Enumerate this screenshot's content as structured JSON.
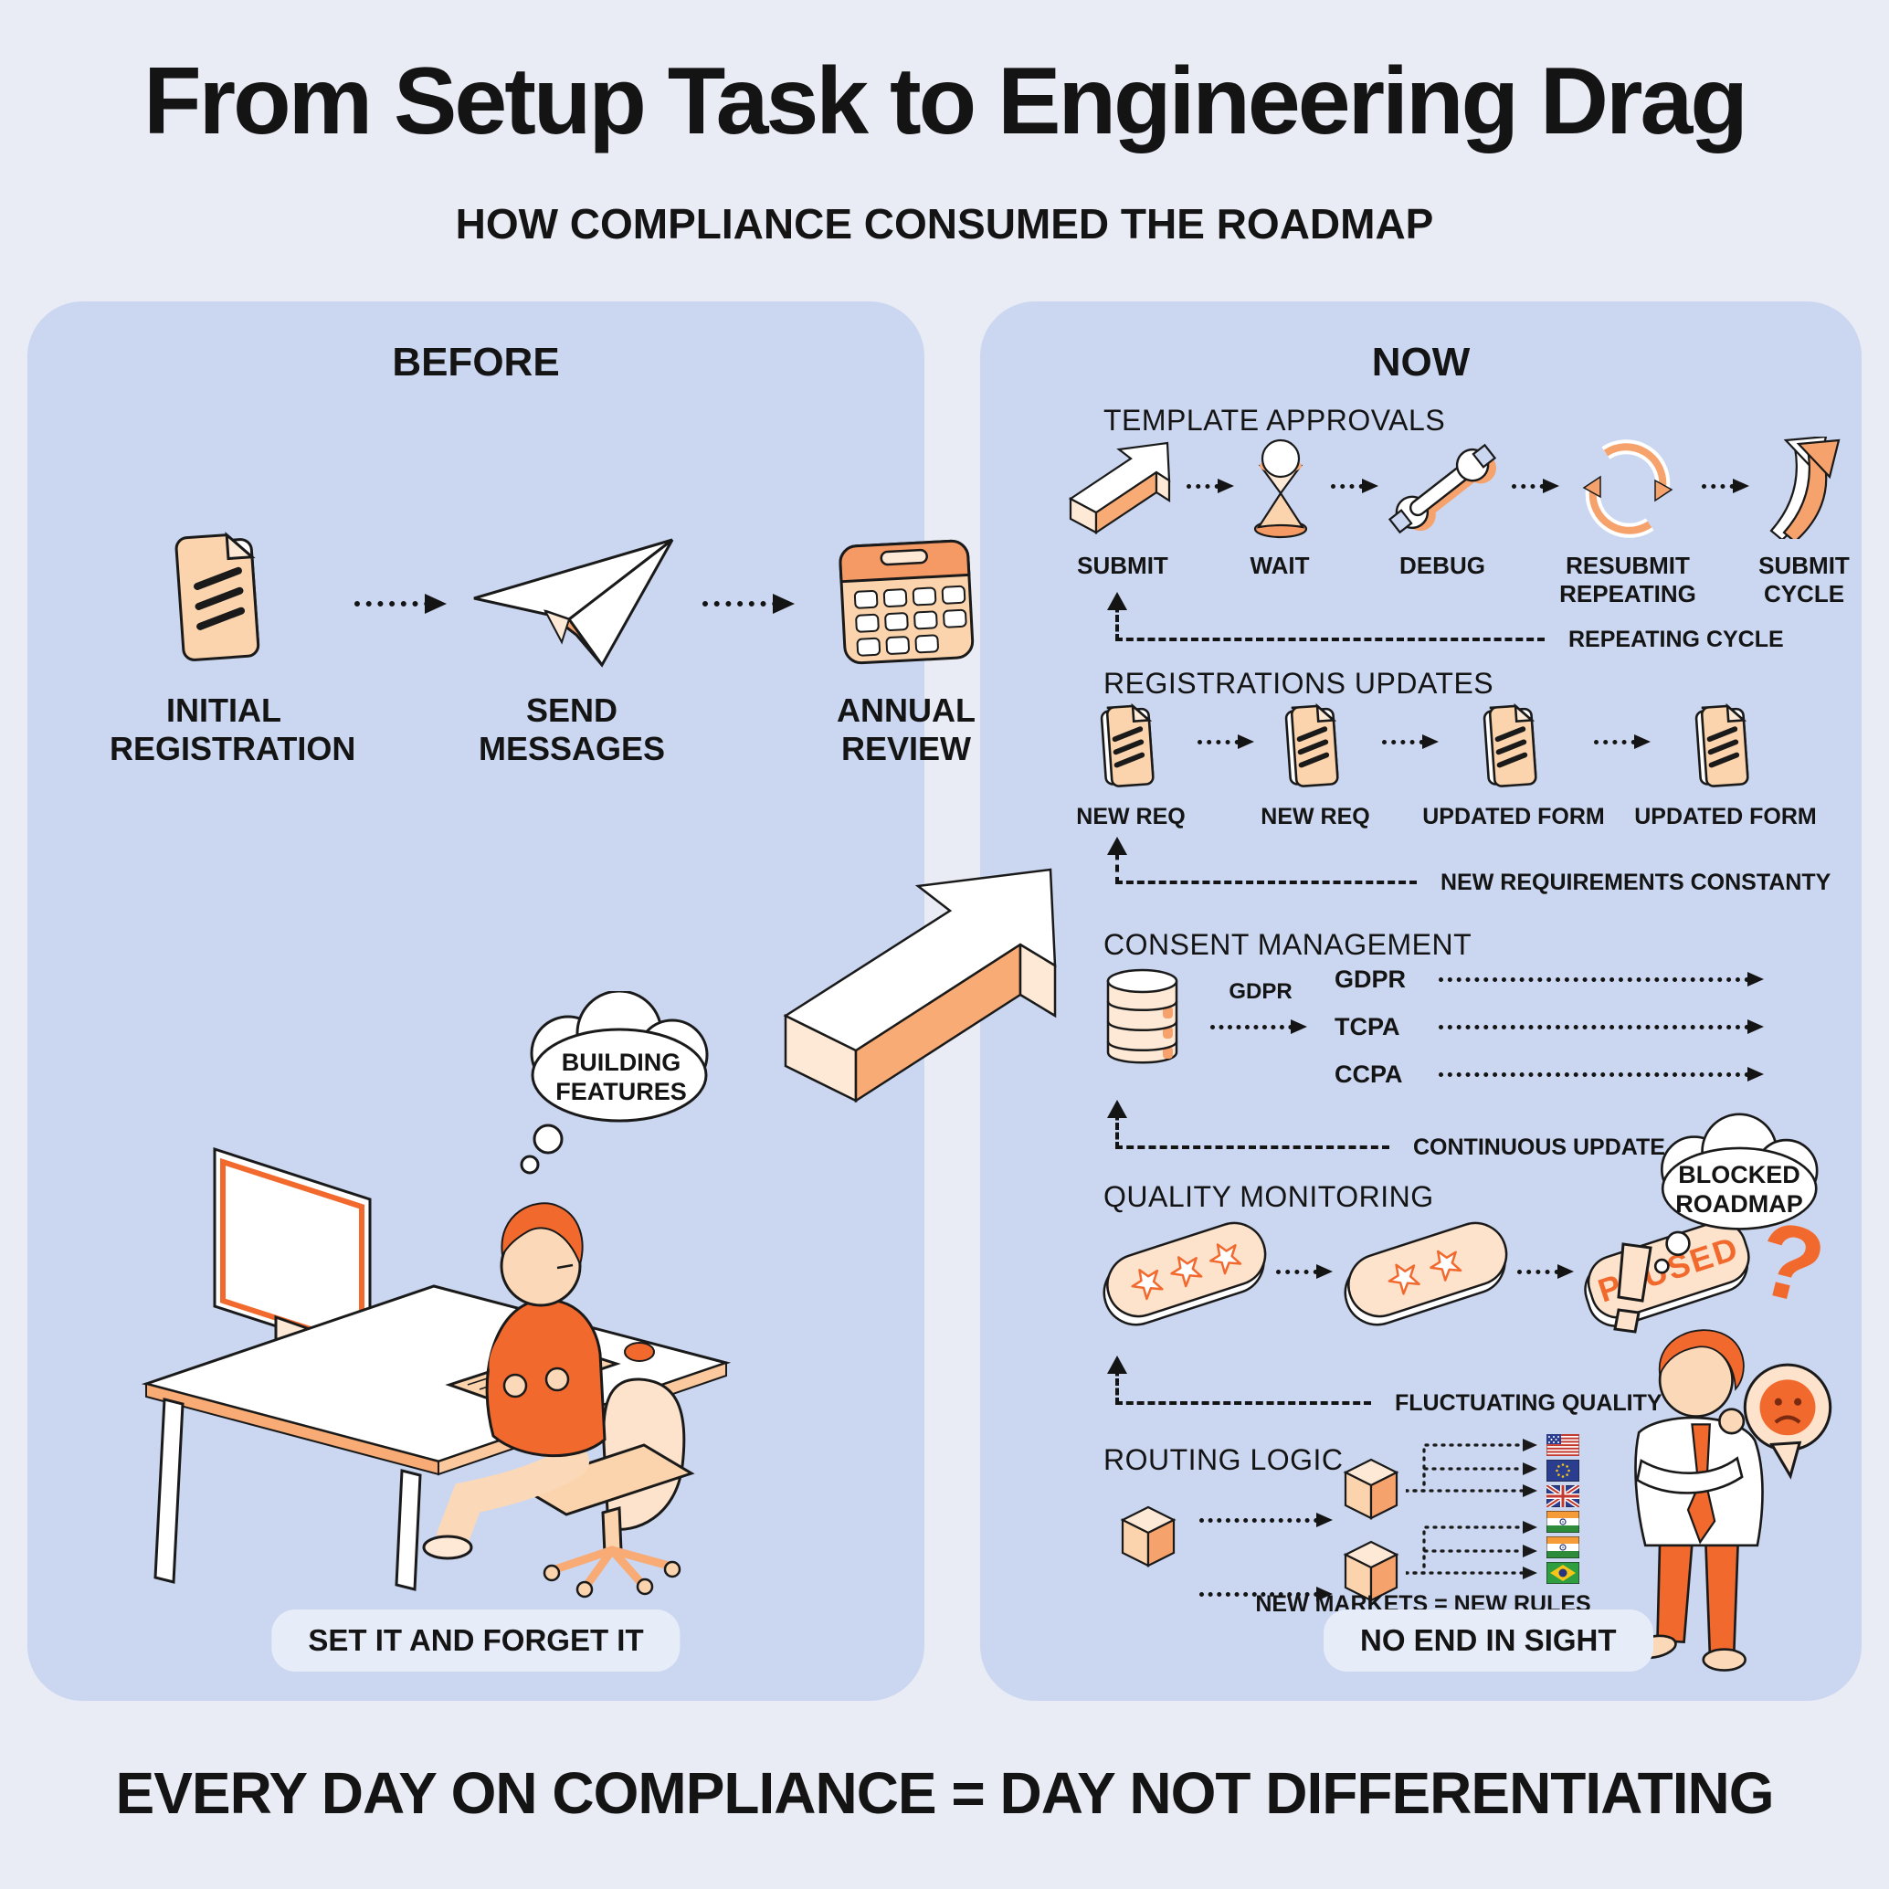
{
  "header": {
    "title": "From Setup Task to Engineering Drag",
    "subtitle": "HOW COMPLIANCE CONSUMED THE ROADMAP"
  },
  "before": {
    "title": "BEFORE",
    "steps": [
      {
        "icon": "document-icon",
        "label": "INITIAL REGISTRATION"
      },
      {
        "icon": "paper-plane-icon",
        "label": "SEND MESSAGES"
      },
      {
        "icon": "calendar-icon",
        "label": "ANNUAL REVIEW"
      }
    ],
    "thought": "BUILDING FEATURES",
    "badge": "SET IT AND FORGET IT"
  },
  "now": {
    "title": "NOW",
    "template_approvals": {
      "title": "TEMPLATE APPROVALS",
      "steps": [
        "SUBMIT",
        "WAIT",
        "DEBUG",
        "RESUBMIT REPEATING",
        "SUBMIT CYCLE"
      ],
      "feedback": "REPEATING CYCLE"
    },
    "registrations": {
      "title": "REGISTRATIONS UPDATES",
      "steps": [
        "NEW REQ",
        "NEW REQ",
        "UPDATED FORM",
        "UPDATED FORM"
      ],
      "feedback": "NEW REQUIREMENTS CONSTANTY"
    },
    "consent": {
      "title": "CONSENT MANAGEMENT",
      "source_label": "GDPR",
      "regulations": [
        "GDPR",
        "TCPA",
        "CCPA"
      ],
      "feedback": "CONTINUOUS UPDATE"
    },
    "quality": {
      "title": "QUALITY MONITORING",
      "paused_label": "PAUSED",
      "feedback": "FLUCTUATING QUALITY"
    },
    "routing": {
      "title": "ROUTING LOGIC",
      "flags": [
        "us",
        "eu",
        "uk",
        "india",
        "india",
        "brazil"
      ],
      "note": "NEW MARKETS = NEW RULES"
    },
    "thought": "BLOCKED ROADMAP",
    "badge": "NO END IN SIGHT"
  },
  "glyphs": {
    "question_mark": "?"
  },
  "footer": {
    "text": "EVERY DAY ON COMPLIANCE = DAY NOT DIFFERENTIATING"
  },
  "colors": {
    "background": "#e9ecf5",
    "panel": "#cbd7f0",
    "badge_background": "#e7ecf9",
    "accent_orange": "#f2692e",
    "peach": "#fbd4ad",
    "ink": "#141414"
  }
}
